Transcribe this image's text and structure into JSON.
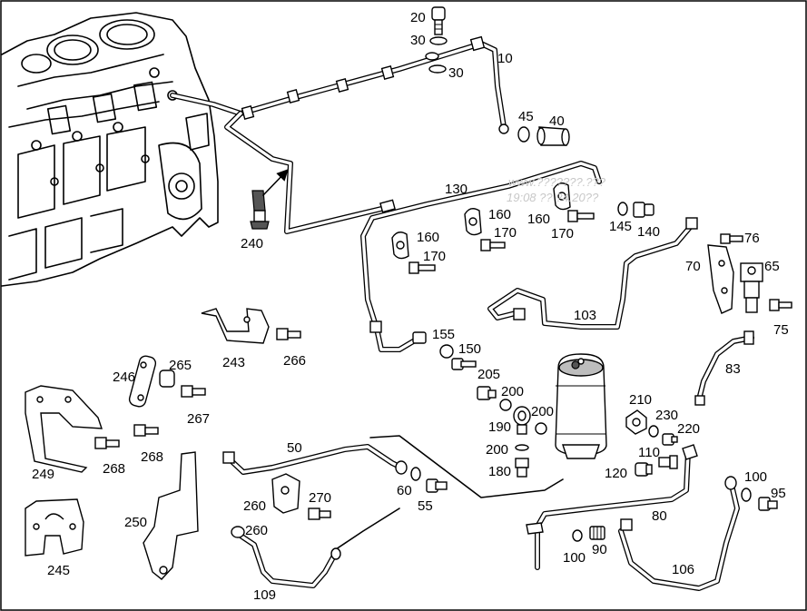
{
  "diagram": {
    "labels": [
      "20",
      "30",
      "30",
      "10",
      "45",
      "40",
      "240",
      "130",
      "160",
      "170",
      "160",
      "170",
      "160",
      "170",
      "145",
      "140",
      "76",
      "70",
      "65",
      "75",
      "103",
      "155",
      "150",
      "205",
      "200",
      "200",
      "190",
      "210",
      "230",
      "220",
      "110",
      "120",
      "200",
      "180",
      "83",
      "100",
      "95",
      "80",
      "90",
      "100",
      "106",
      "246",
      "265",
      "267",
      "268",
      "268",
      "249",
      "243",
      "266",
      "50",
      "60",
      "55",
      "260",
      "270",
      "260",
      "250",
      "245",
      "109"
    ],
    "watermark": [
      "www.???????.???",
      "19:08 ?? ?4.20??"
    ]
  }
}
